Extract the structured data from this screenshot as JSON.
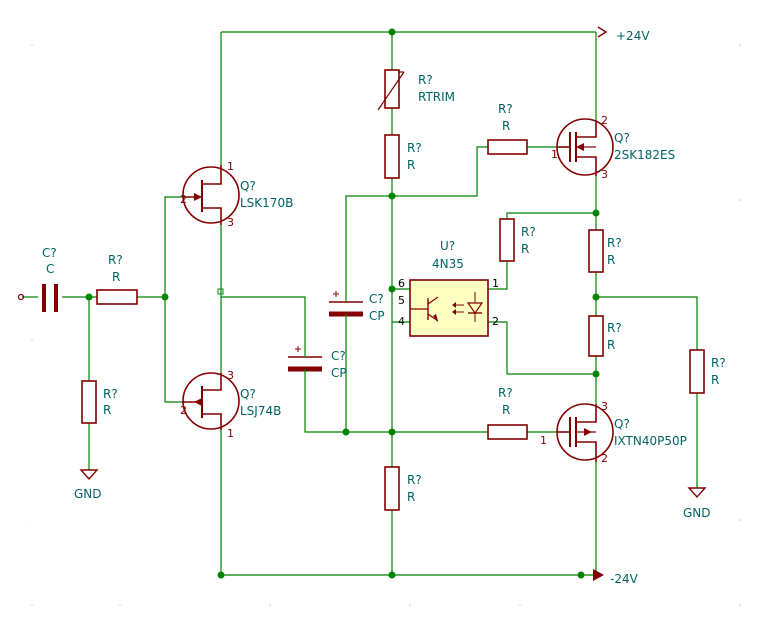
{
  "rails": {
    "pos": "+24V",
    "neg": "-24V",
    "gnd": "GND"
  },
  "components": {
    "c_in": {
      "ref": "C?",
      "value": "C"
    },
    "r_in": {
      "ref": "R?",
      "value": "R"
    },
    "r_gnd": {
      "ref": "R?",
      "value": "R"
    },
    "q1": {
      "ref": "Q?",
      "value": "LSK170B",
      "pins": [
        "1",
        "2",
        "3"
      ]
    },
    "q2": {
      "ref": "Q?",
      "value": "LSJ74B",
      "pins": [
        "1",
        "2",
        "3"
      ]
    },
    "c_mid": {
      "ref": "C?",
      "value": "CP"
    },
    "c_up": {
      "ref": "C?",
      "value": "CP"
    },
    "r_trim": {
      "ref": "R?",
      "value": "RTRIM"
    },
    "r_top": {
      "ref": "R?",
      "value": "R"
    },
    "r_bot": {
      "ref": "R?",
      "value": "R"
    },
    "r_g1": {
      "ref": "R?",
      "value": "R"
    },
    "r_g2": {
      "ref": "R?",
      "value": "R"
    },
    "r_u": {
      "ref": "R?",
      "value": "R"
    },
    "r_out1": {
      "ref": "R?",
      "value": "R"
    },
    "r_out2": {
      "ref": "R?",
      "value": "R"
    },
    "r_load": {
      "ref": "R?",
      "value": "R"
    },
    "u1": {
      "ref": "U?",
      "value": "4N35",
      "pins": [
        "1",
        "2",
        "4",
        "5",
        "6"
      ]
    },
    "q3": {
      "ref": "Q?",
      "value": "2SK182ES",
      "pins": [
        "1",
        "2",
        "3"
      ]
    },
    "q4": {
      "ref": "Q?",
      "value": "IXTN40P50P",
      "pins": [
        "1",
        "2",
        "3"
      ]
    }
  }
}
